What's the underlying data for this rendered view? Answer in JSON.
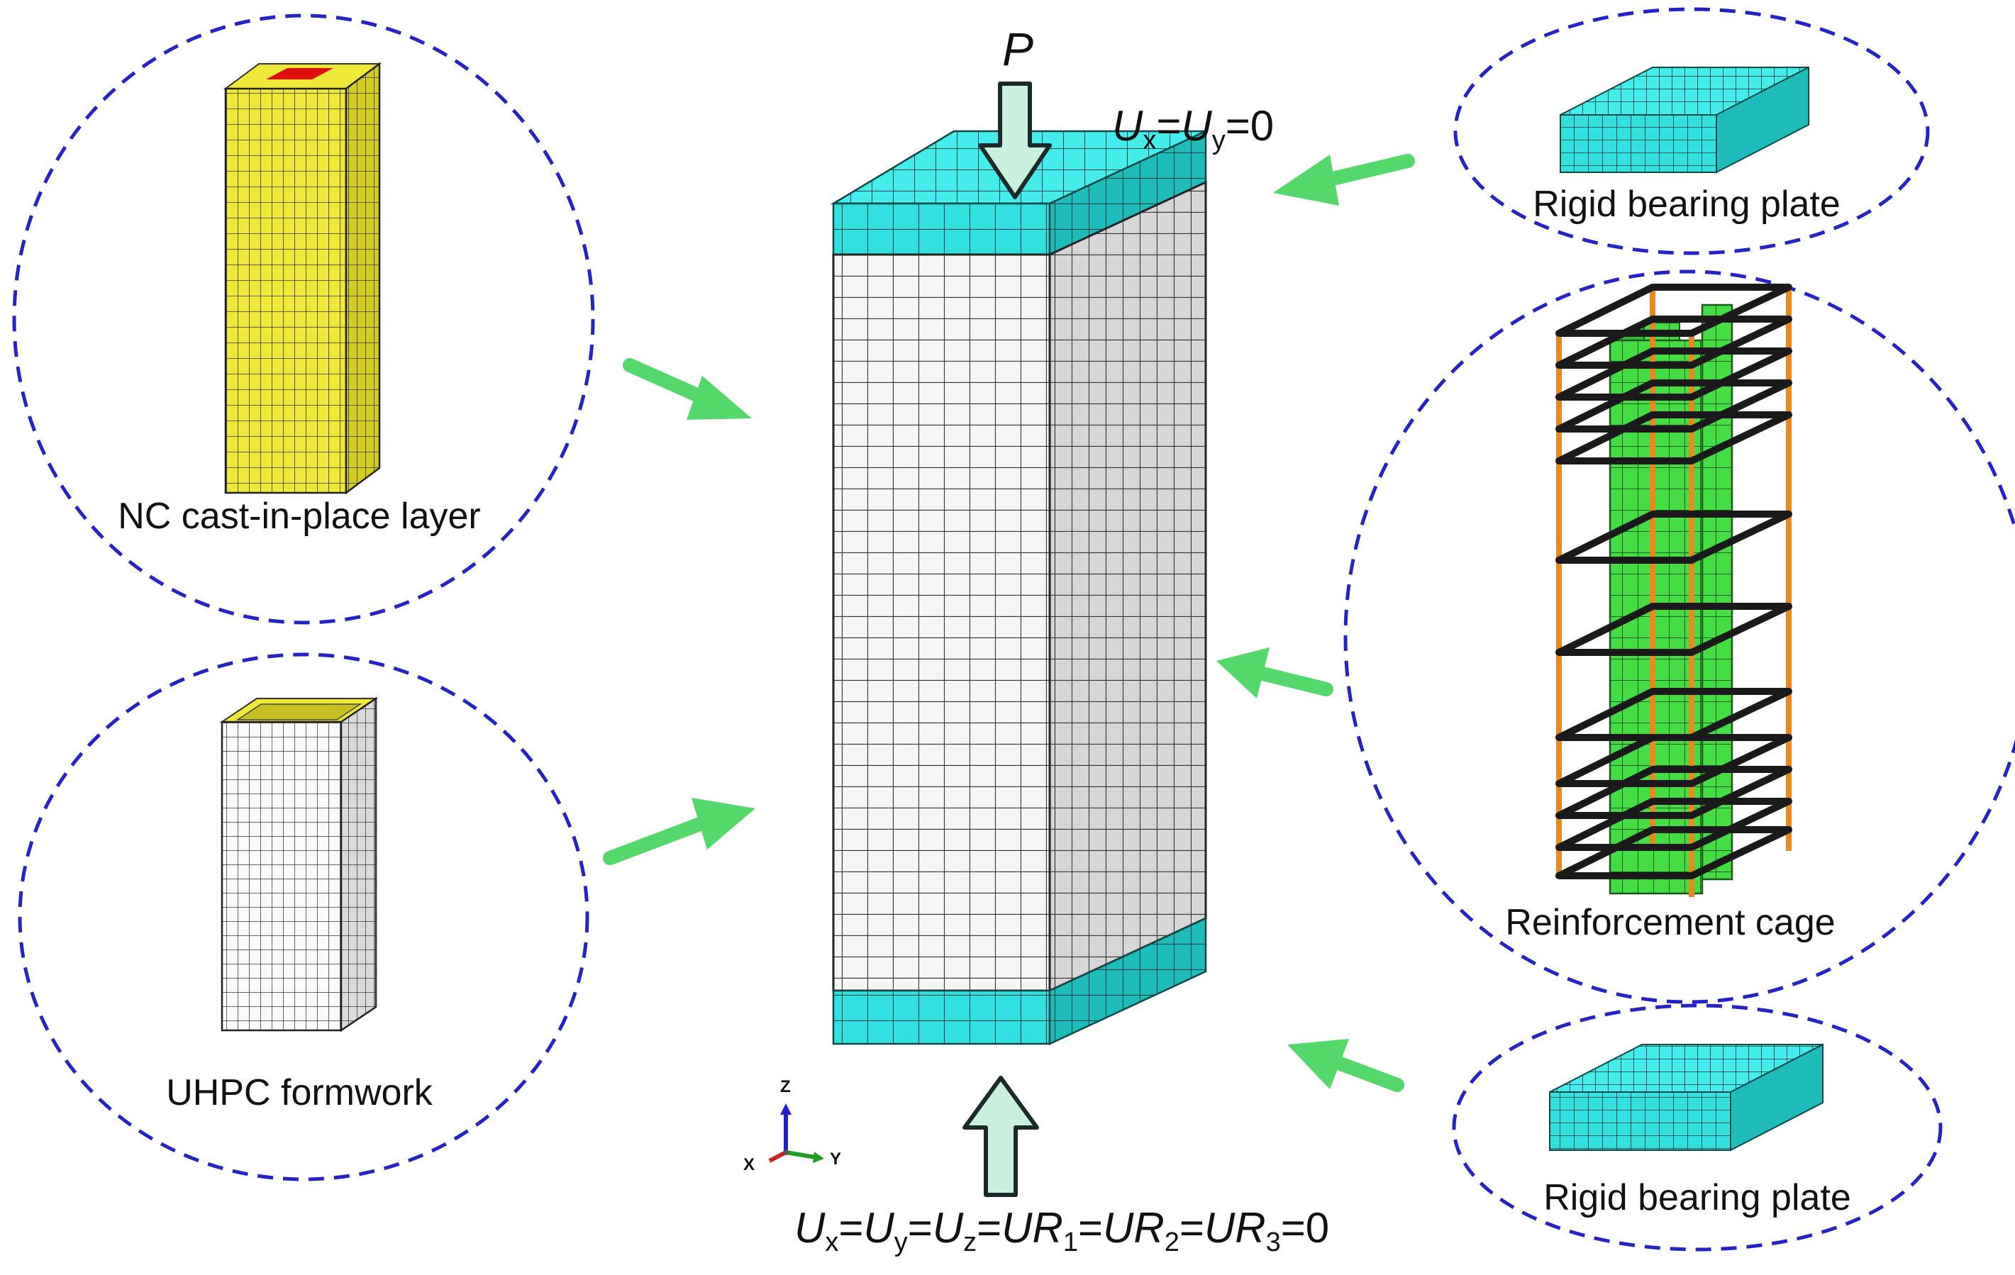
{
  "labels": {
    "nc_layer": "NC cast-in-place layer",
    "uhpc_formwork": "UHPC formwork",
    "plate_top": "Rigid bearing plate",
    "plate_bottom": "Rigid bearing plate",
    "cage": "Reinforcement cage",
    "load": "P"
  },
  "bc_top": [
    "U",
    "x",
    "=",
    "U",
    "y",
    "=0"
  ],
  "bc_bottom": [
    "U",
    "x",
    "=",
    "U",
    "y",
    "=",
    "U",
    "z",
    "=",
    "UR",
    "1",
    "=",
    "UR",
    "2",
    "=",
    "UR",
    "3",
    "=0"
  ],
  "triad": {
    "z": "Z",
    "x": "X",
    "y": "Y"
  },
  "colors": {
    "circle": "#2323c8",
    "arrow": "#55d86a",
    "plate": "#33e0e0",
    "concrete": "#f2f2f2",
    "nc": "#f0e838",
    "nc_top": "#e01010",
    "steel": "#44dd44",
    "stirrup": "#1a1a1a",
    "rebar": "#e58a20",
    "load_arrow": "#c8f0dc"
  },
  "icons": [
    "load-arrow-icon",
    "support-arrow-icon",
    "axis-triad-icon",
    "green-pointer-arrow-icon"
  ]
}
